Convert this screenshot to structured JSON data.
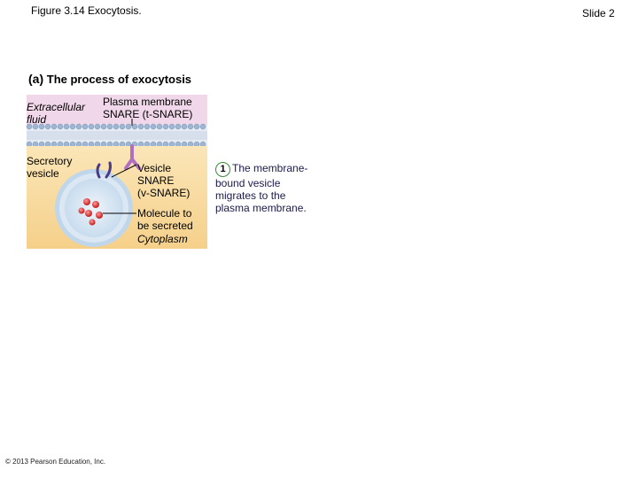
{
  "header": {
    "figure_title": "Figure 3.14  Exocytosis.",
    "slide_label": "Slide 2"
  },
  "panel": {
    "letter": "(a)",
    "title": "The process of exocytosis"
  },
  "labels": {
    "extracellular_line1": "Extracellular",
    "extracellular_line2": "fluid",
    "plasma_membrane_line1": "Plasma membrane",
    "plasma_membrane_line2": "SNARE (t-SNARE)",
    "secretory_line1": "Secretory",
    "secretory_line2": "vesicle",
    "vsnare_line1": "Vesicle",
    "vsnare_line2": "SNARE",
    "vsnare_line3": "(v-SNARE)",
    "molecule_line1": "Molecule to",
    "molecule_line2": "be secreted",
    "cytoplasm": "Cytoplasm"
  },
  "step": {
    "number": "1",
    "line1": "The membrane-",
    "line2": "bound vesicle",
    "line3": "migrates to the",
    "line4": "plasma membrane."
  },
  "footer": {
    "copyright": "© 2013 Pearson Education, Inc."
  },
  "colors": {
    "extracellular_bg": "#f0d8ea",
    "cytoplasm_bg": "#f8dca0",
    "membrane_head": "#b8cce4",
    "vesicle_fill": "#d8e8f4",
    "tsnare": "#c080c8",
    "vsnare": "#4a3a8a",
    "molecule": "#e04040",
    "step_ring": "#3a8a3a"
  }
}
